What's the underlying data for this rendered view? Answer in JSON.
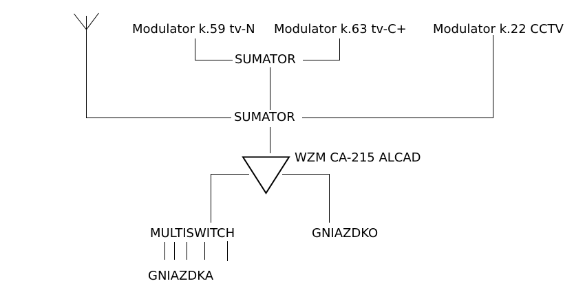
{
  "diagram": {
    "title": "TV antenna distribution schematic",
    "background_color": "#ffffff",
    "line_color": "#000000",
    "text_color": "#000000",
    "nodes": {
      "modulator_1": {
        "label": "Modulator k.59 tv-N"
      },
      "modulator_2": {
        "label": "Modulator k.63 tv-C+"
      },
      "modulator_3": {
        "label": "Modulator k.22 CCTV"
      },
      "sumator_1": {
        "label": "SUMATOR"
      },
      "sumator_2": {
        "label": "SUMATOR"
      },
      "amplifier": {
        "label": "WZM CA-215 ALCAD"
      },
      "multiswitch": {
        "label": "MULTISWITCH"
      },
      "outlet_single": {
        "label": "GNIAZDKO"
      },
      "outlets_group": {
        "label": "GNIAZDKA"
      }
    },
    "icons": [
      {
        "name": "antenna-icon",
        "meaning": "receiving antenna"
      },
      {
        "name": "amplifier-triangle-icon",
        "meaning": "amplifier (downward triangle)"
      }
    ],
    "connections": [
      "antenna -> sumator_2",
      "modulator_1 -> sumator_1",
      "modulator_2 -> sumator_1",
      "sumator_1 -> sumator_2",
      "modulator_3 -> sumator_2",
      "sumator_2 -> amplifier",
      "amplifier -> multiswitch",
      "amplifier -> outlet_single",
      "multiswitch -> outlets_group"
    ],
    "multiswitch_output_count": 5
  }
}
